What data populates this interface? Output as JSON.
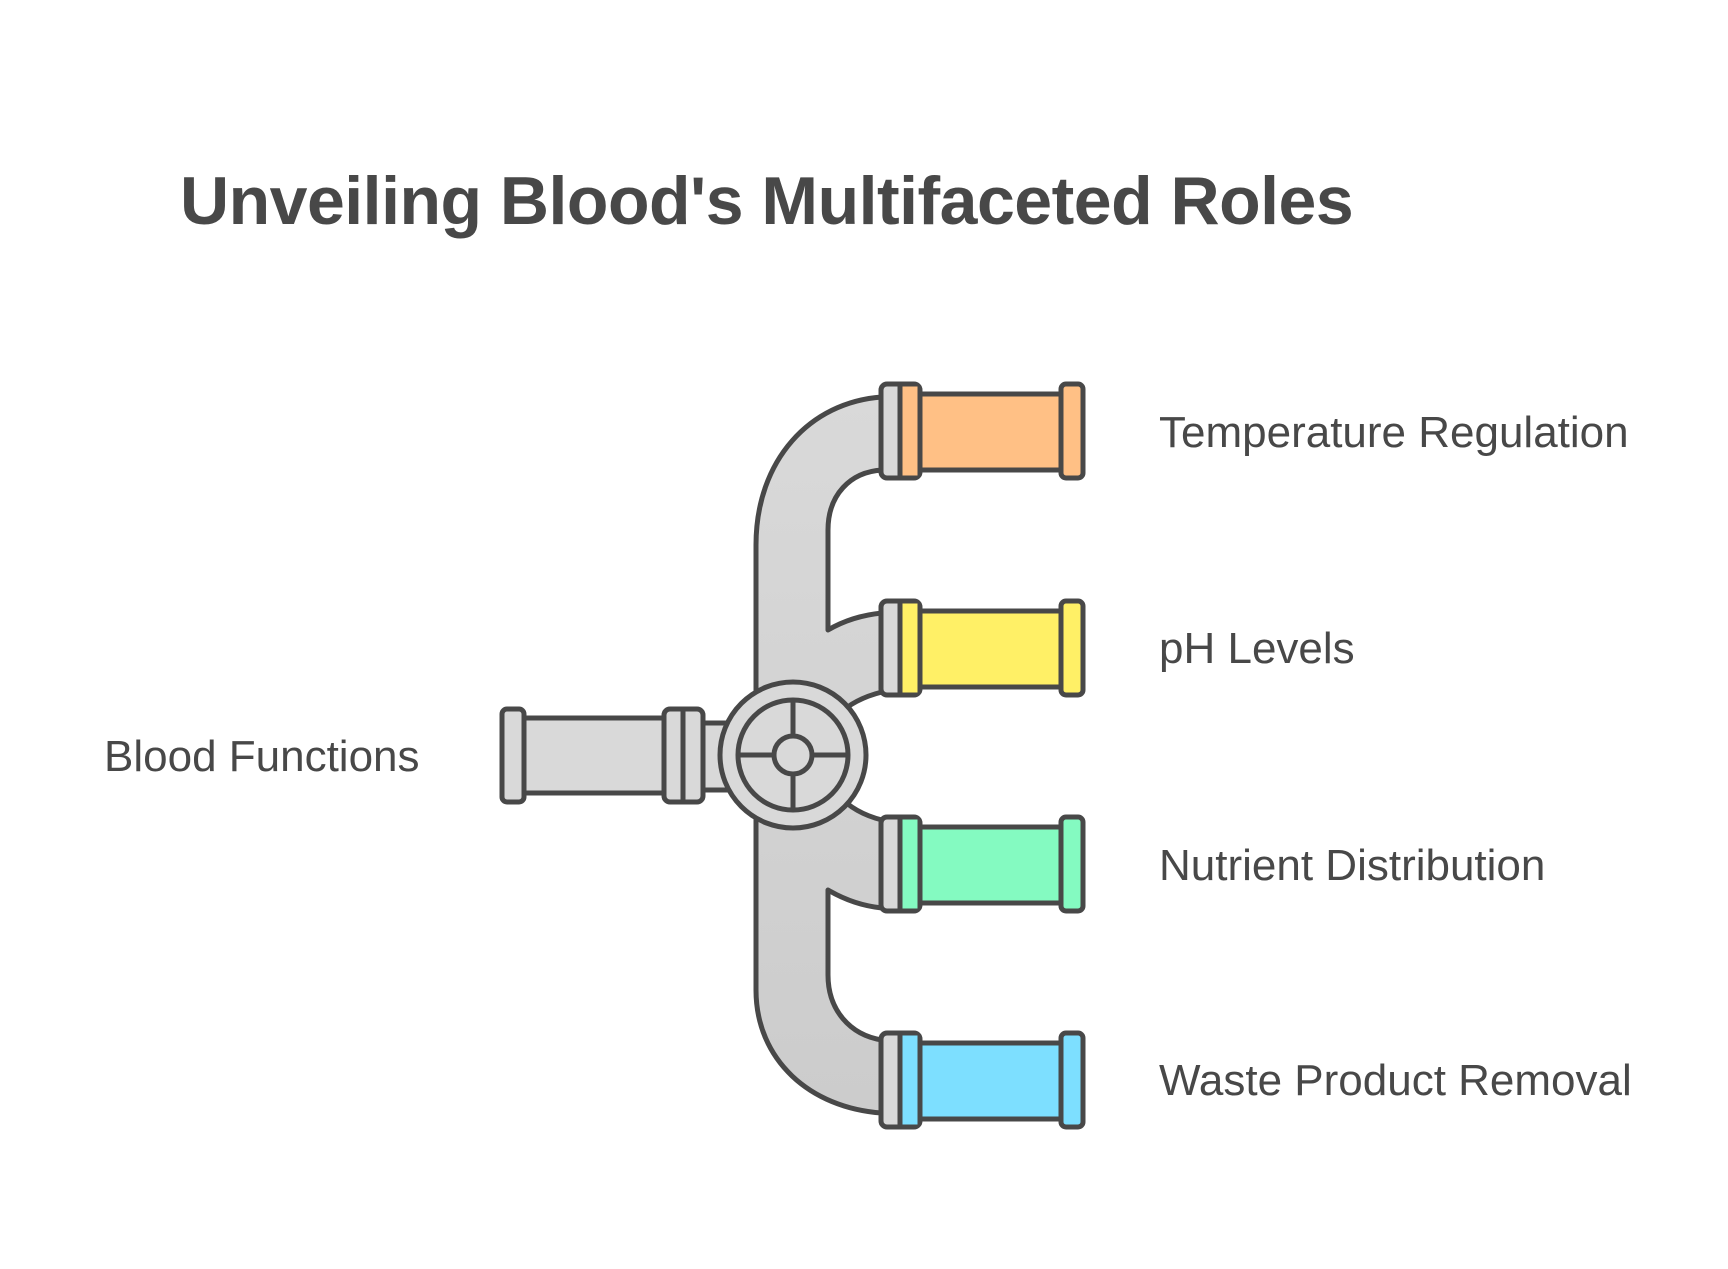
{
  "title": "Unveiling Blood's Multifaceted Roles",
  "source": {
    "label": "Blood Functions",
    "color": "#D9D9D9"
  },
  "outline_color": "#484848",
  "pipe_color_top": "#D9D9D9",
  "pipe_color_bottom": "#CCCCCC",
  "branches": [
    {
      "label": "Temperature Regulation",
      "color": "#FFC085"
    },
    {
      "label": "pH Levels",
      "color": "#FFF066"
    },
    {
      "label": "Nutrient Distribution",
      "color": "#84FAC1"
    },
    {
      "label": "Waste Product Removal",
      "color": "#7DDFFF"
    }
  ]
}
